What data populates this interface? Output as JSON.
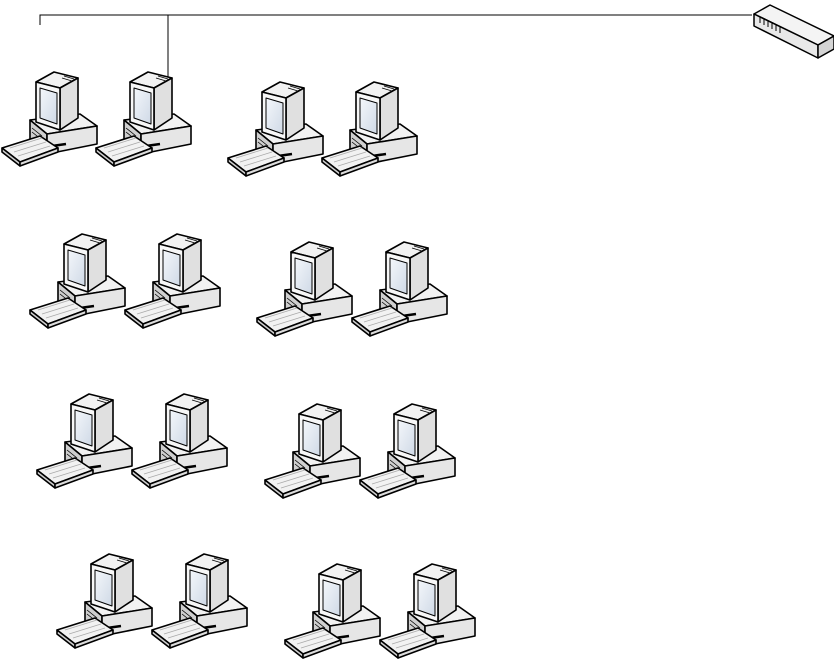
{
  "diagram": {
    "type": "network-topology",
    "switch": {
      "icon": "network-switch-icon"
    },
    "computer_icon": "desktop-computer-icon",
    "groups": [
      {
        "row": 1,
        "computers": 4
      },
      {
        "row": 2,
        "computers": 4
      },
      {
        "row": 3,
        "computers": 4
      },
      {
        "row": 4,
        "computers": 4
      }
    ],
    "colors": {
      "stroke": "#000000",
      "fill": "#ffffff",
      "shade": "#d8d8d8",
      "screen": "#e4ecf4"
    }
  }
}
